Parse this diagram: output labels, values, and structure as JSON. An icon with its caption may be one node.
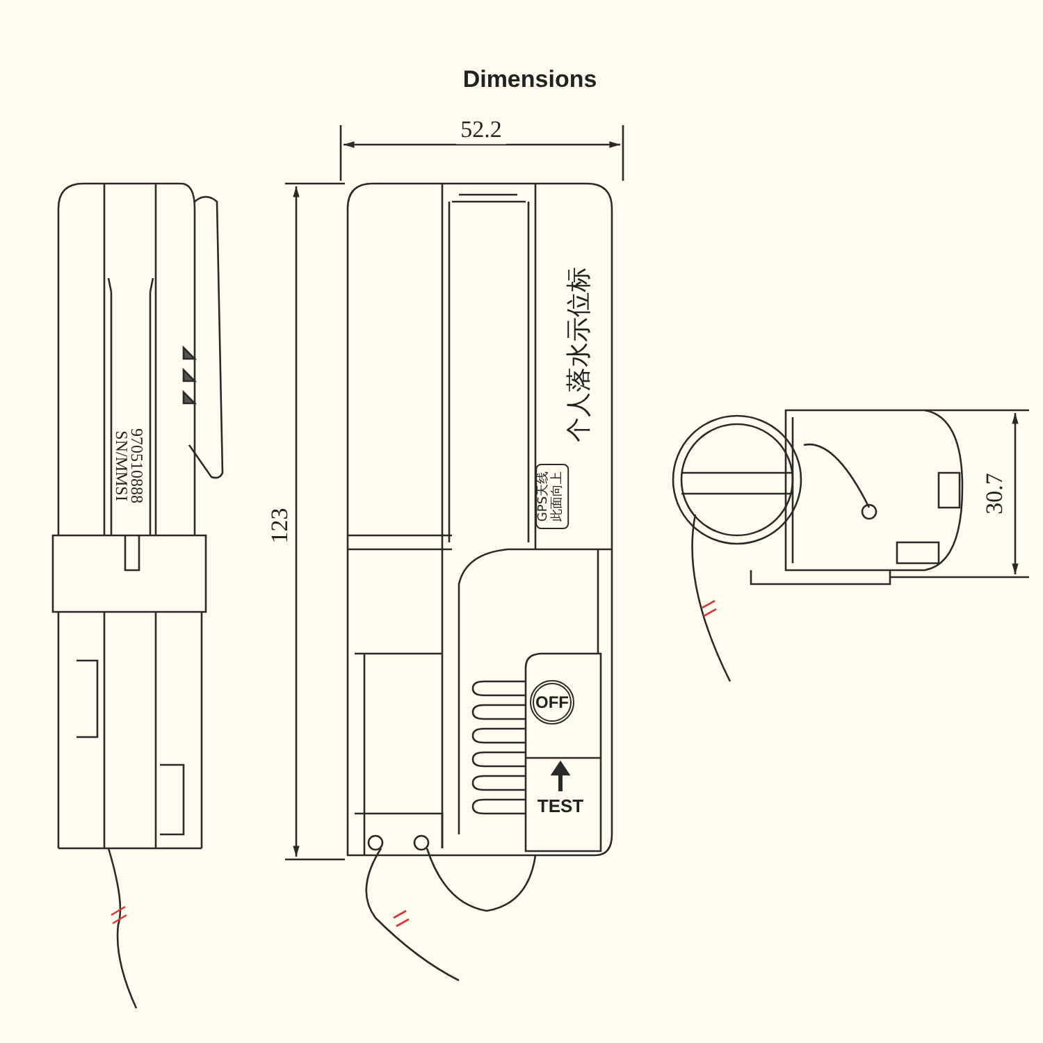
{
  "diagram": {
    "title": "Dimensions",
    "labels": [
      "52.2",
      "123",
      "30.7",
      "SN/MMSI",
      "970510888",
      "个人落水示位标",
      "GPS天线此面向上",
      "OFF",
      "TEST"
    ]
  }
}
